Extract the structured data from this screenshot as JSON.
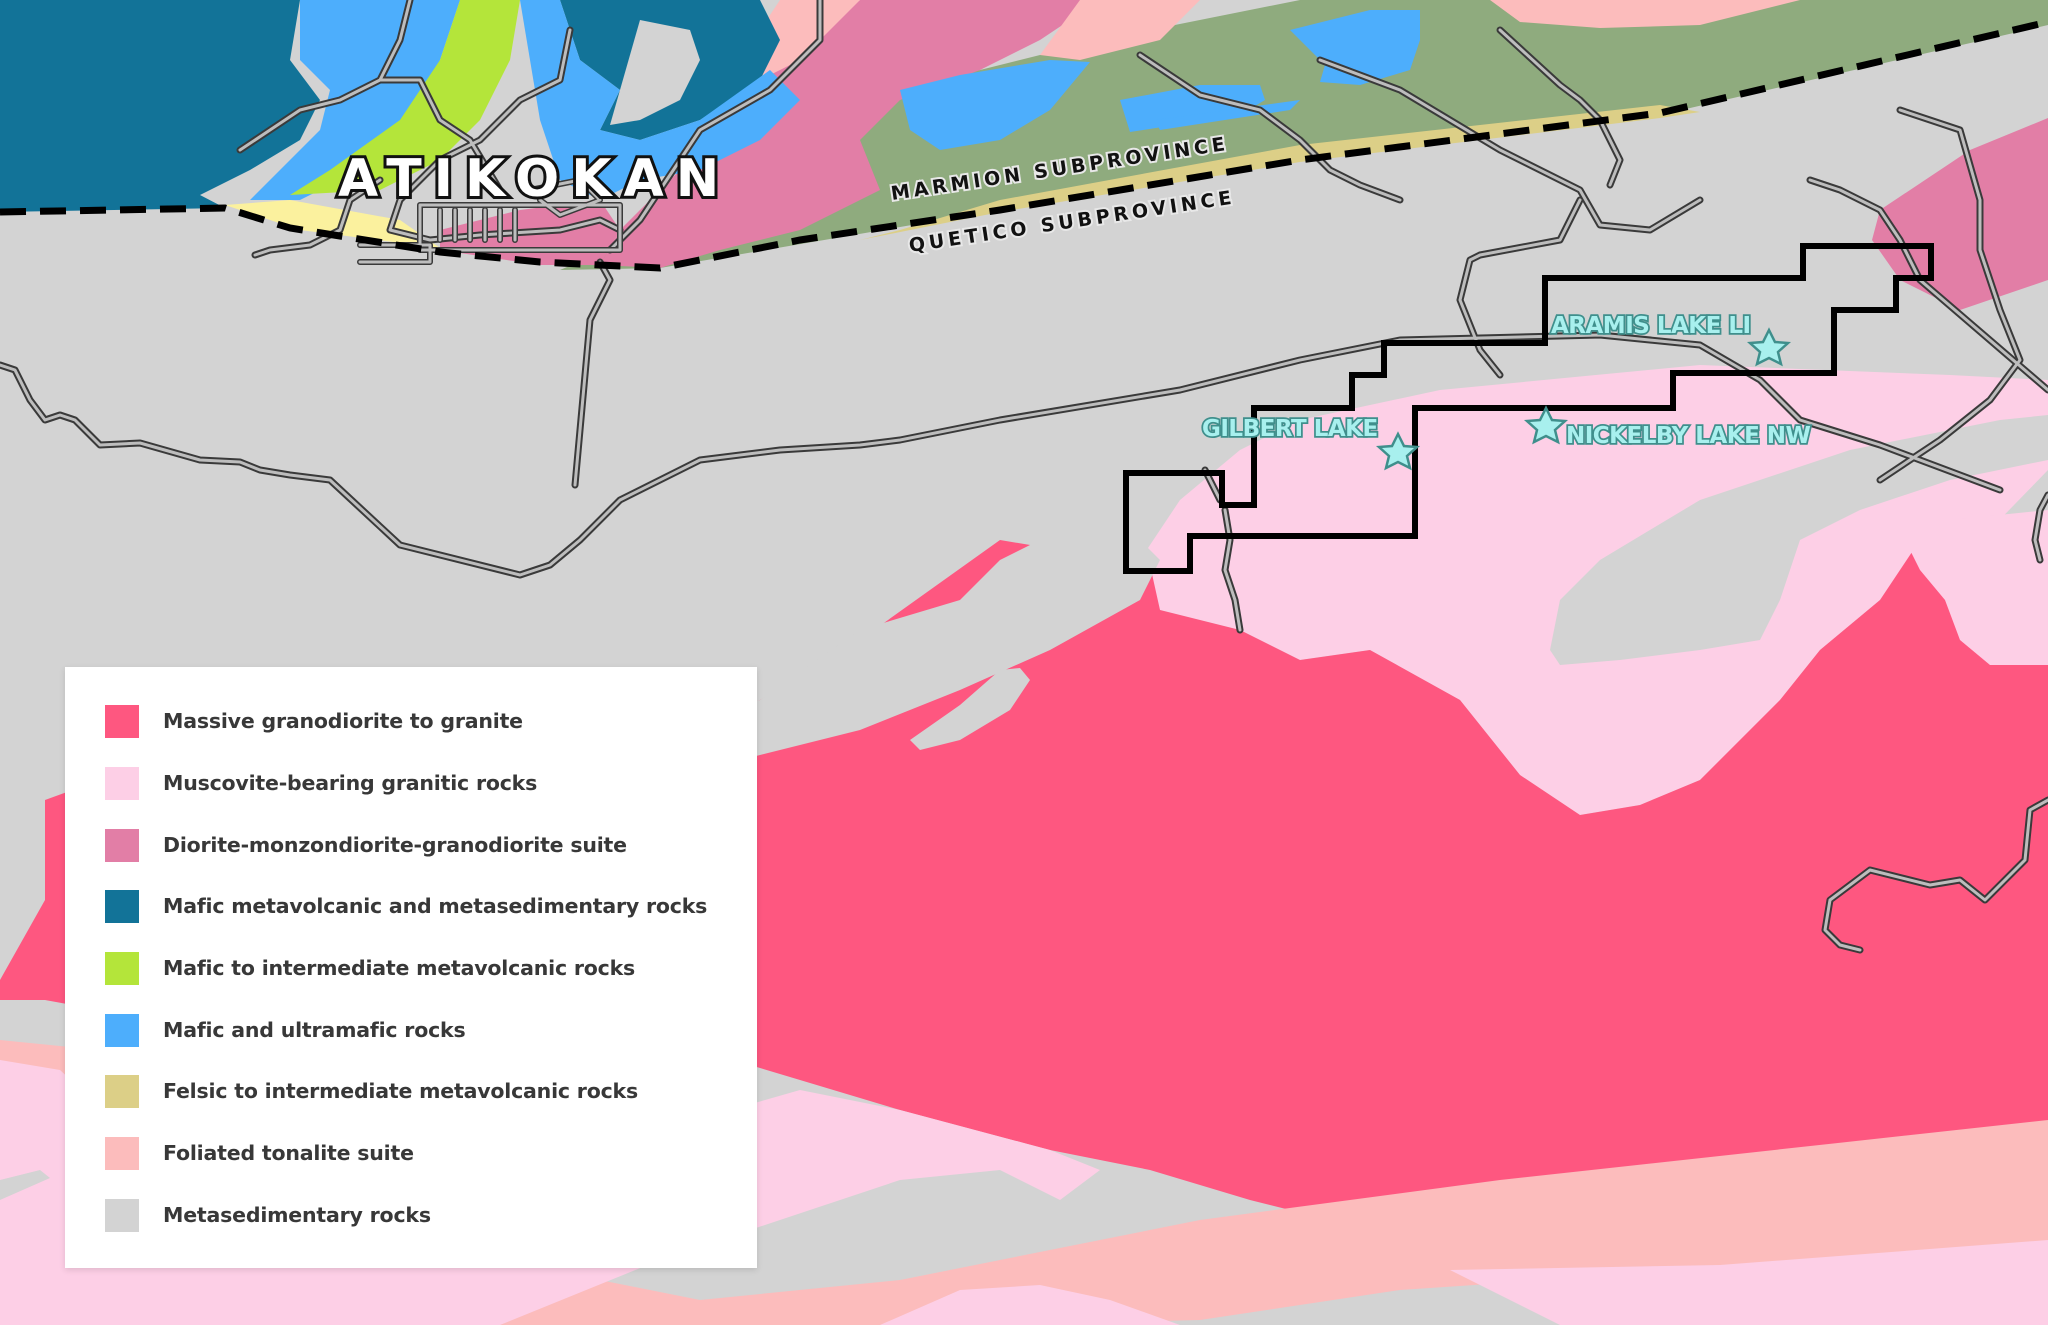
{
  "map": {
    "town_label": "ATIKOKAN",
    "subprovinces": {
      "north": "MARMION SUBPROVINCE",
      "south": "QUETICO SUBPROVINCE"
    },
    "sites": [
      {
        "name": "ARAMIS LAKE LI",
        "marker": "star-icon"
      },
      {
        "name": "GILBERT LAKE",
        "marker": "star-icon"
      },
      {
        "name": "NICKELBY LAKE NW",
        "marker": "star-icon"
      }
    ],
    "colors": {
      "massive_granodiorite": "#fe5780",
      "muscovite_granitic": "#fdcfe6",
      "diorite_suite": "#e27ea6",
      "mafic_metavolcanic_metasedimentary": "#127398",
      "mafic_intermediate_metavolcanic": "#b4e53a",
      "mafic_ultramafic": "#4daefc",
      "felsic_intermediate_metavolcanic": "#dccf87",
      "foliated_tonalite": "#fcbcbc",
      "metasedimentary": "#d3d3d3",
      "marmion_green": "#8fab7e",
      "yellow_band": "#fbf19e",
      "claim_outline": "#000000",
      "site_marker": "#a8f0ee"
    }
  },
  "legend": {
    "items": [
      {
        "label": "Massive granodiorite to granite",
        "color": "#fe5780"
      },
      {
        "label": "Muscovite-bearing granitic rocks",
        "color": "#fdcfe6"
      },
      {
        "label": "Diorite-monzondiorite-granodiorite suite",
        "color": "#e27ea6"
      },
      {
        "label": "Mafic metavolcanic and metasedimentary rocks",
        "color": "#127398"
      },
      {
        "label": "Mafic to intermediate metavolcanic rocks",
        "color": "#b4e53a"
      },
      {
        "label": "Mafic and ultramafic rocks",
        "color": "#4daefc"
      },
      {
        "label": "Felsic to intermediate metavolcanic rocks",
        "color": "#dccf87"
      },
      {
        "label": "Foliated tonalite suite",
        "color": "#fcbcbc"
      },
      {
        "label": "Metasedimentary rocks",
        "color": "#d3d3d3"
      }
    ]
  }
}
